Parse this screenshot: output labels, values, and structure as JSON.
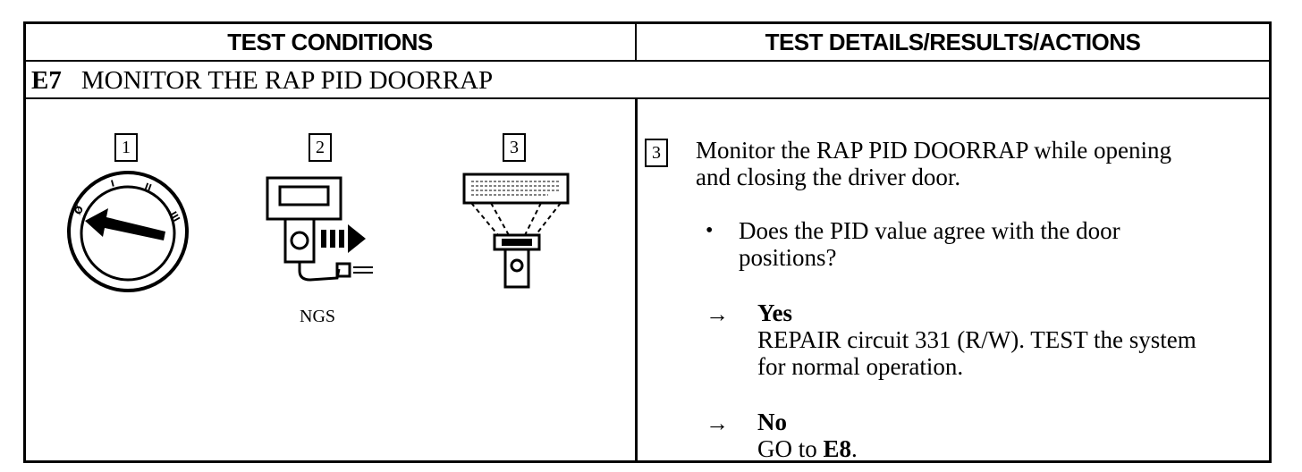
{
  "header": {
    "left_title": "TEST CONDITIONS",
    "right_title": "TEST DETAILS/RESULTS/ACTIONS"
  },
  "step": {
    "number": "E7",
    "title": "MONITOR THE RAP PID DOORRAP"
  },
  "conditions": {
    "figures": [
      {
        "label": "1",
        "icon": "ignition-switch-icon"
      },
      {
        "label": "2",
        "icon": "ngs-tester-icon",
        "caption": "NGS"
      },
      {
        "label": "3",
        "icon": "scan-tool-display-icon"
      }
    ]
  },
  "details": {
    "step_label": "3",
    "instruction_line1": "Monitor the RAP PID DOORRAP while opening",
    "instruction_line2": "and closing the driver door.",
    "bullet": "•",
    "question_line1": "Does the PID value agree with the door",
    "question_line2": "positions?",
    "arrow": "→",
    "yes_label": "Yes",
    "yes_line1": "REPAIR circuit 331 (R/W). TEST the system",
    "yes_line2": "for normal operation.",
    "no_label": "No",
    "no_text": "GO to",
    "no_target": "E8",
    "no_period": "."
  }
}
